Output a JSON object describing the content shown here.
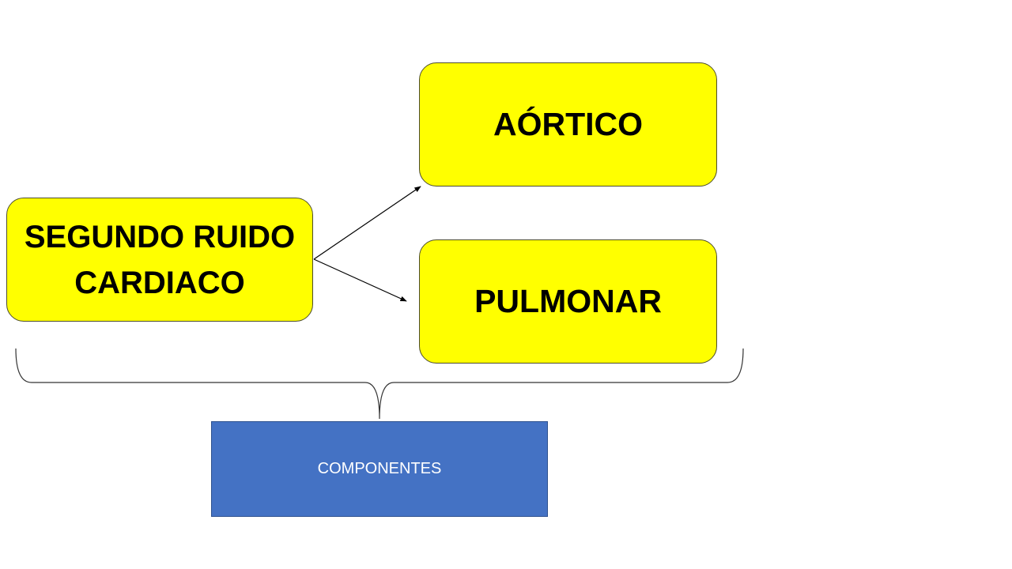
{
  "diagram": {
    "nodes": {
      "main": {
        "line1": "SEGUNDO RUIDO",
        "line2": "CARDIACO"
      },
      "aortic": {
        "label": "AÓRTICO"
      },
      "pulmonary": {
        "label": "PULMONAR"
      },
      "components": {
        "label": "COMPONENTES"
      }
    },
    "edges": [
      {
        "from": "main",
        "to": "aortic"
      },
      {
        "from": "main",
        "to": "pulmonary"
      }
    ],
    "brace": {
      "groups": [
        "main",
        "aortic",
        "pulmonary"
      ],
      "points_to": "components"
    }
  },
  "colors": {
    "node_fill": "#ffff00",
    "components_fill": "#4472c4",
    "components_text": "#ffffff",
    "line": "#000000",
    "brace": "#333333"
  }
}
